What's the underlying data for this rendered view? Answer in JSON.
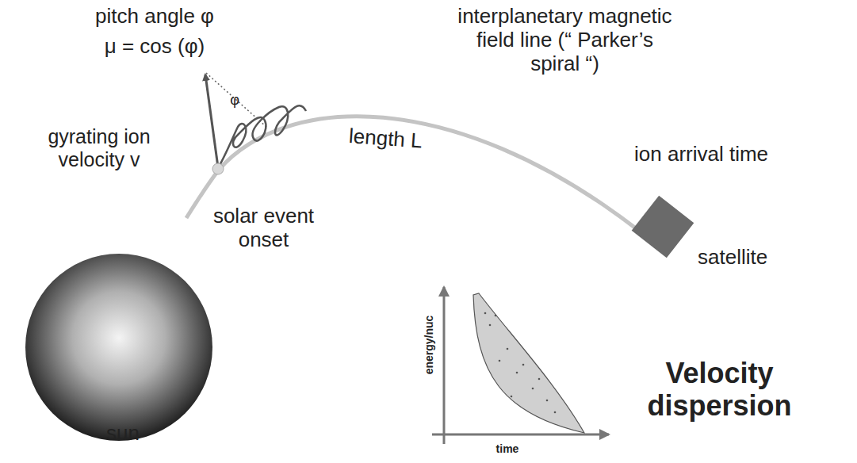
{
  "diagram": {
    "labels": [
      "pitch angle φ",
      "μ = cos (φ)",
      "interplanetary magnetic field line (“ Parker’s spiral “)",
      "gyrating ion velocity v",
      "φ",
      "length L",
      "ion arrival time",
      "solar event onset",
      "satellite",
      "sun",
      "energy/nuc",
      "time",
      "Velocity dispersion"
    ]
  }
}
